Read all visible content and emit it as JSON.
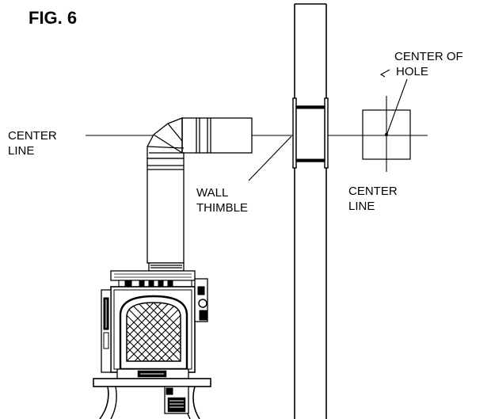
{
  "figure": {
    "title": "FIG. 6"
  },
  "labels": {
    "center_line_left": [
      "CENTER",
      "LINE"
    ],
    "wall_thimble": [
      "WALL",
      "THIMBLE"
    ],
    "center_line_right": [
      "CENTER",
      "LINE"
    ],
    "center_of_hole": [
      "CENTER OF",
      "HOLE"
    ]
  },
  "colors": {
    "ink": "#000000",
    "paper": "#ffffff"
  }
}
